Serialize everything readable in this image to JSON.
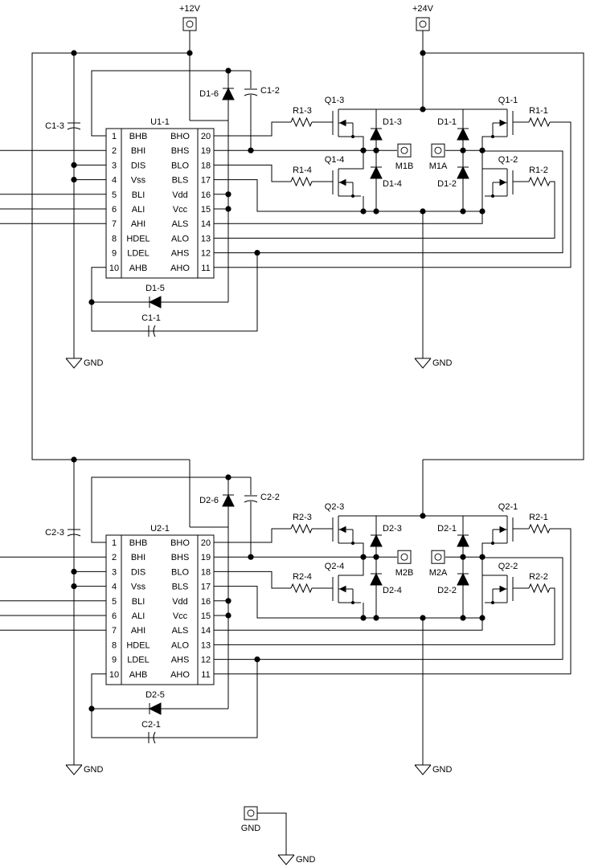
{
  "power": {
    "v12": "+12V",
    "v24": "+24V",
    "gnd": "GND"
  },
  "stages": [
    {
      "id": "1",
      "chip": "U1-1",
      "c_bulk": "C1-3",
      "c_boot_hi": "C1-2",
      "c_boot_lo": "C1-1",
      "d_boot_hi": "D1-6",
      "d_boot_lo": "D1-5",
      "q": [
        "Q1-1",
        "Q1-2",
        "Q1-3",
        "Q1-4"
      ],
      "r": [
        "R1-1",
        "R1-2",
        "R1-3",
        "R1-4"
      ],
      "d": [
        "D1-1",
        "D1-2",
        "D1-3",
        "D1-4"
      ],
      "m_a": "M1A",
      "m_b": "M1B",
      "gnd_left": "GND",
      "gnd_mid": "GND"
    },
    {
      "id": "2",
      "chip": "U2-1",
      "c_bulk": "C2-3",
      "c_boot_hi": "C2-2",
      "c_boot_lo": "C2-1",
      "d_boot_hi": "D2-6",
      "d_boot_lo": "D2-5",
      "q": [
        "Q2-1",
        "Q2-2",
        "Q2-3",
        "Q2-4"
      ],
      "r": [
        "R2-1",
        "R2-2",
        "R2-3",
        "R2-4"
      ],
      "d": [
        "D2-1",
        "D2-2",
        "D2-3",
        "D2-4"
      ],
      "m_a": "M2A",
      "m_b": "M2B",
      "gnd_left": "GND",
      "gnd_mid": "GND"
    }
  ],
  "pins_left": [
    {
      "num": "1",
      "name": "BHB"
    },
    {
      "num": "2",
      "name": "BHI"
    },
    {
      "num": "3",
      "name": "DIS"
    },
    {
      "num": "4",
      "name": "Vss"
    },
    {
      "num": "5",
      "name": "BLI"
    },
    {
      "num": "6",
      "name": "ALI"
    },
    {
      "num": "7",
      "name": "AHI"
    },
    {
      "num": "8",
      "name": "HDEL"
    },
    {
      "num": "9",
      "name": "LDEL"
    },
    {
      "num": "10",
      "name": "AHB"
    }
  ],
  "pins_right": [
    {
      "num": "20",
      "name": "BHO"
    },
    {
      "num": "19",
      "name": "BHS"
    },
    {
      "num": "18",
      "name": "BLO"
    },
    {
      "num": "17",
      "name": "BLS"
    },
    {
      "num": "16",
      "name": "Vdd"
    },
    {
      "num": "15",
      "name": "Vcc"
    },
    {
      "num": "14",
      "name": "ALS"
    },
    {
      "num": "13",
      "name": "ALO"
    },
    {
      "num": "12",
      "name": "AHS"
    },
    {
      "num": "11",
      "name": "AHO"
    }
  ],
  "gnd_connector": {
    "label": "GND",
    "ground": "GND"
  }
}
